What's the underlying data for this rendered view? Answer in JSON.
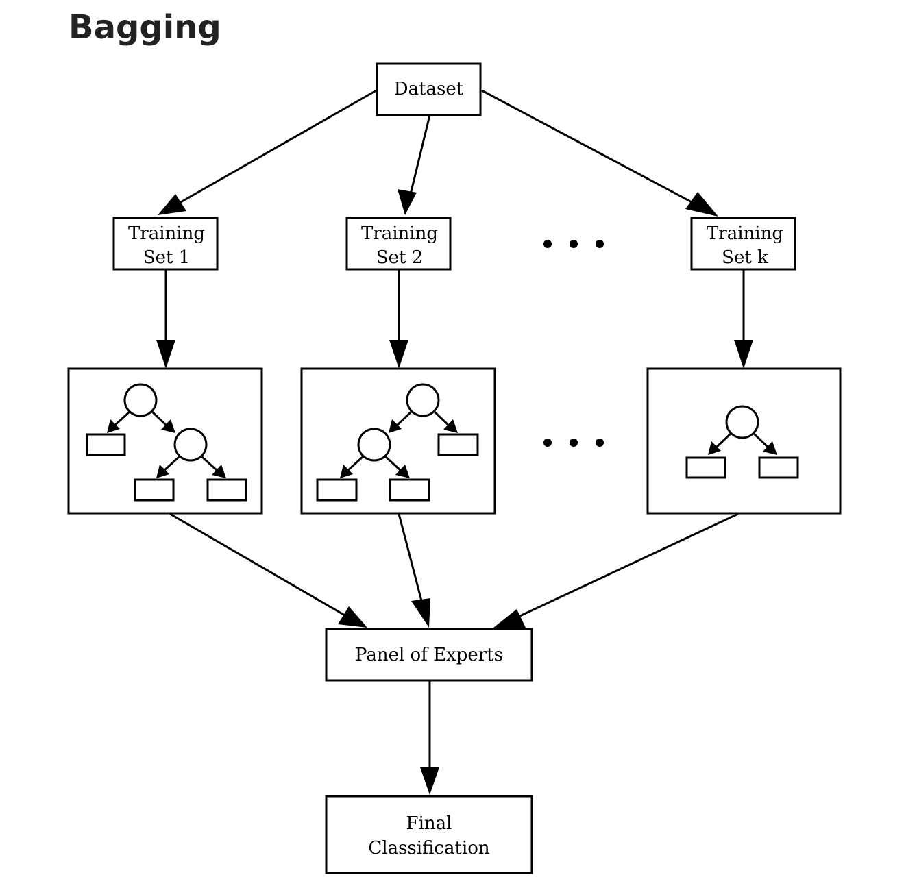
{
  "title": "Bagging",
  "nodes": {
    "dataset": {
      "label": "Dataset"
    },
    "training_set_1": {
      "line1": "Training",
      "line2": "Set 1"
    },
    "training_set_2": {
      "line1": "Training",
      "line2": "Set 2"
    },
    "training_set_k": {
      "line1": "Training",
      "line2": "Set k"
    },
    "panel_of_experts": {
      "label": "Panel of Experts"
    },
    "final_classification": {
      "line1": "Final",
      "line2": "Classification"
    }
  },
  "colors": {
    "title": "#222222",
    "stroke": "#000000",
    "background": "#ffffff"
  }
}
